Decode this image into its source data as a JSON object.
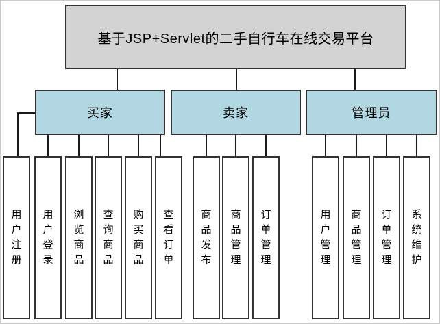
{
  "palette": {
    "root_fill": "#d3d3d3",
    "branch_fill": "#b0d7e2",
    "leaf_fill": "#ffffff",
    "box_border": "#333333",
    "connector": "#1a1a1a",
    "text": "#000000"
  },
  "diagram": {
    "title": "基于JSP+Servlet的二手自行车在线交易平台",
    "branches": [
      {
        "label": "买家",
        "children": [
          "用户注册",
          "用户登录",
          "浏览商品",
          "查询商品",
          "购买商品",
          "查看订单"
        ]
      },
      {
        "label": "卖家",
        "children": [
          "商品发布",
          "商品管理",
          "订单管理"
        ]
      },
      {
        "label": "管理员",
        "children": [
          "用户管理",
          "商品管理",
          "订单管理",
          "系统维护"
        ]
      }
    ]
  }
}
